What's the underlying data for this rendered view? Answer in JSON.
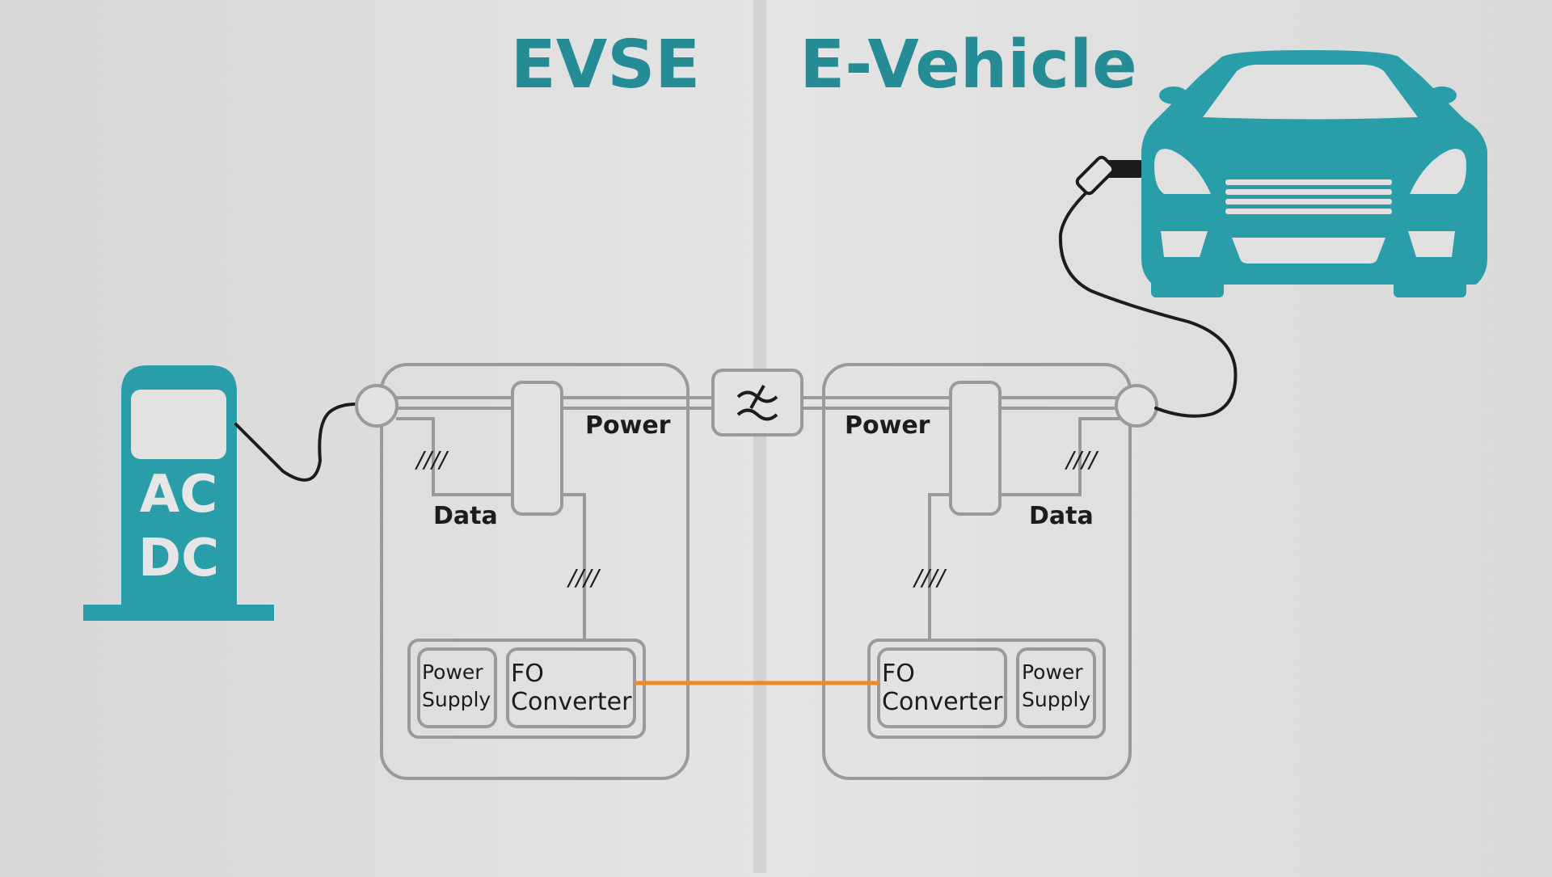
{
  "titles": {
    "left": "EVSE",
    "right": "E-Vehicle"
  },
  "charger": {
    "line1": "AC",
    "line2": "DC"
  },
  "evse": {
    "power_label": "Power",
    "data_label": "Data",
    "slash_mark_1": "////",
    "slash_mark_2": "////",
    "power_supply_line1": "Power",
    "power_supply_line2": "Supply",
    "fo_converter_line1": "FO",
    "fo_converter_line2": "Converter"
  },
  "vehicle": {
    "power_label": "Power",
    "data_label": "Data",
    "slash_mark_1": "////",
    "slash_mark_2": "////",
    "power_supply_line1": "Power",
    "power_supply_line2": "Supply",
    "fo_converter_line1": "FO",
    "fo_converter_line2": "Converter"
  },
  "colors": {
    "teal": "#2a9ea8",
    "title_teal": "#258c96",
    "gray": "#9a9a9a",
    "fiber": "#ef8a1f",
    "cable": "#1c1c1c",
    "background": "#e0e0e0"
  }
}
